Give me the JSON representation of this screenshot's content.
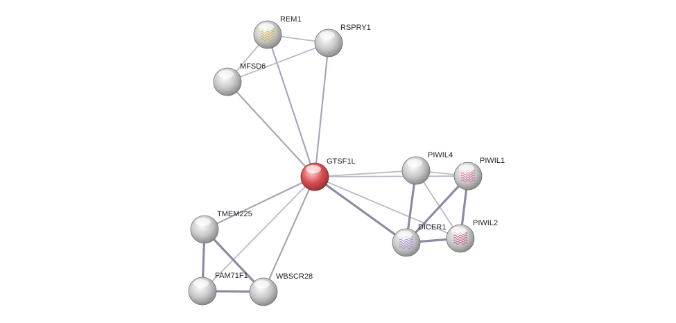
{
  "network": {
    "nodes": [
      {
        "id": "GTSF1L",
        "label": "GTSF1L",
        "color": "#d84c4f",
        "highlight": "#ffd0d0",
        "query": true,
        "structure": false
      },
      {
        "id": "REM1",
        "label": "REM1",
        "color": "#c8c8c8",
        "highlight": "#ffffff",
        "query": false,
        "structure": true,
        "structure_color": "#c8b24a"
      },
      {
        "id": "RSPRY1",
        "label": "RSPRY1",
        "color": "#c8c8c8",
        "highlight": "#ffffff",
        "query": false,
        "structure": false
      },
      {
        "id": "MFSD6",
        "label": "MFSD6",
        "color": "#c8c8c8",
        "highlight": "#ffffff",
        "query": false,
        "structure": false
      },
      {
        "id": "PIWIL4",
        "label": "PIWIL4",
        "color": "#c8c8c8",
        "highlight": "#ffffff",
        "query": false,
        "structure": false
      },
      {
        "id": "PIWIL1",
        "label": "PIWIL1",
        "color": "#c8c8c8",
        "highlight": "#ffffff",
        "query": false,
        "structure": true,
        "structure_color": "#d86aa0"
      },
      {
        "id": "DICER1",
        "label": "DICER1",
        "color": "#c8c8c8",
        "highlight": "#ffffff",
        "query": false,
        "structure": true,
        "structure_color": "#a88ad0"
      },
      {
        "id": "PIWIL2",
        "label": "PIWIL2",
        "color": "#c8c8c8",
        "highlight": "#ffffff",
        "query": false,
        "structure": true,
        "structure_color": "#c45a8c"
      },
      {
        "id": "TMEM225",
        "label": "TMEM225",
        "color": "#c8c8c8",
        "highlight": "#ffffff",
        "query": false,
        "structure": false
      },
      {
        "id": "FAM71F1",
        "label": "FAM71F1",
        "color": "#c8c8c8",
        "highlight": "#ffffff",
        "query": false,
        "structure": false
      },
      {
        "id": "WBSCR28",
        "label": "WBSCR28",
        "color": "#c8c8c8",
        "highlight": "#ffffff",
        "query": false,
        "structure": false
      }
    ],
    "edges": [
      {
        "source": "GTSF1L",
        "target": "REM1",
        "strength": "medium"
      },
      {
        "source": "GTSF1L",
        "target": "RSPRY1",
        "strength": "medium"
      },
      {
        "source": "GTSF1L",
        "target": "MFSD6",
        "strength": "medium"
      },
      {
        "source": "REM1",
        "target": "RSPRY1",
        "strength": "light"
      },
      {
        "source": "REM1",
        "target": "MFSD6",
        "strength": "light"
      },
      {
        "source": "MFSD6",
        "target": "RSPRY1",
        "strength": "light"
      },
      {
        "source": "GTSF1L",
        "target": "PIWIL4",
        "strength": "light"
      },
      {
        "source": "GTSF1L",
        "target": "PIWIL1",
        "strength": "light"
      },
      {
        "source": "GTSF1L",
        "target": "DICER1",
        "strength": "strong"
      },
      {
        "source": "GTSF1L",
        "target": "PIWIL2",
        "strength": "light"
      },
      {
        "source": "GTSF1L",
        "target": "TMEM225",
        "strength": "medium"
      },
      {
        "source": "GTSF1L",
        "target": "FAM71F1",
        "strength": "light"
      },
      {
        "source": "GTSF1L",
        "target": "WBSCR28",
        "strength": "medium"
      },
      {
        "source": "PIWIL4",
        "target": "PIWIL1",
        "strength": "light"
      },
      {
        "source": "PIWIL4",
        "target": "DICER1",
        "strength": "strong"
      },
      {
        "source": "PIWIL4",
        "target": "PIWIL2",
        "strength": "light"
      },
      {
        "source": "PIWIL1",
        "target": "DICER1",
        "strength": "strong"
      },
      {
        "source": "PIWIL1",
        "target": "PIWIL2",
        "strength": "strong"
      },
      {
        "source": "DICER1",
        "target": "PIWIL2",
        "strength": "strong"
      },
      {
        "source": "TMEM225",
        "target": "FAM71F1",
        "strength": "strong"
      },
      {
        "source": "TMEM225",
        "target": "WBSCR28",
        "strength": "strong"
      },
      {
        "source": "FAM71F1",
        "target": "WBSCR28",
        "strength": "strong"
      }
    ],
    "edge_colors": {
      "light": "#b9b9c8",
      "medium": "#a6a6b8",
      "strong": "#8b8ca3"
    }
  }
}
